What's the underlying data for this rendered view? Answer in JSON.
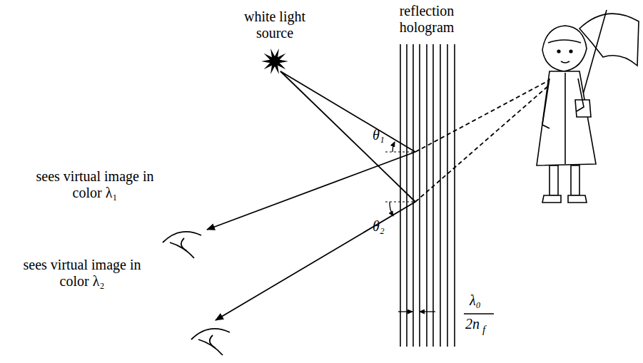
{
  "diagram": {
    "labels": [
      "white light source",
      "reflection hologram",
      "θ₁",
      "θ₂",
      "sees virtual image in color λ₁",
      "sees virtual image in color λ₂",
      "λ₀",
      "2n",
      "f"
    ]
  }
}
